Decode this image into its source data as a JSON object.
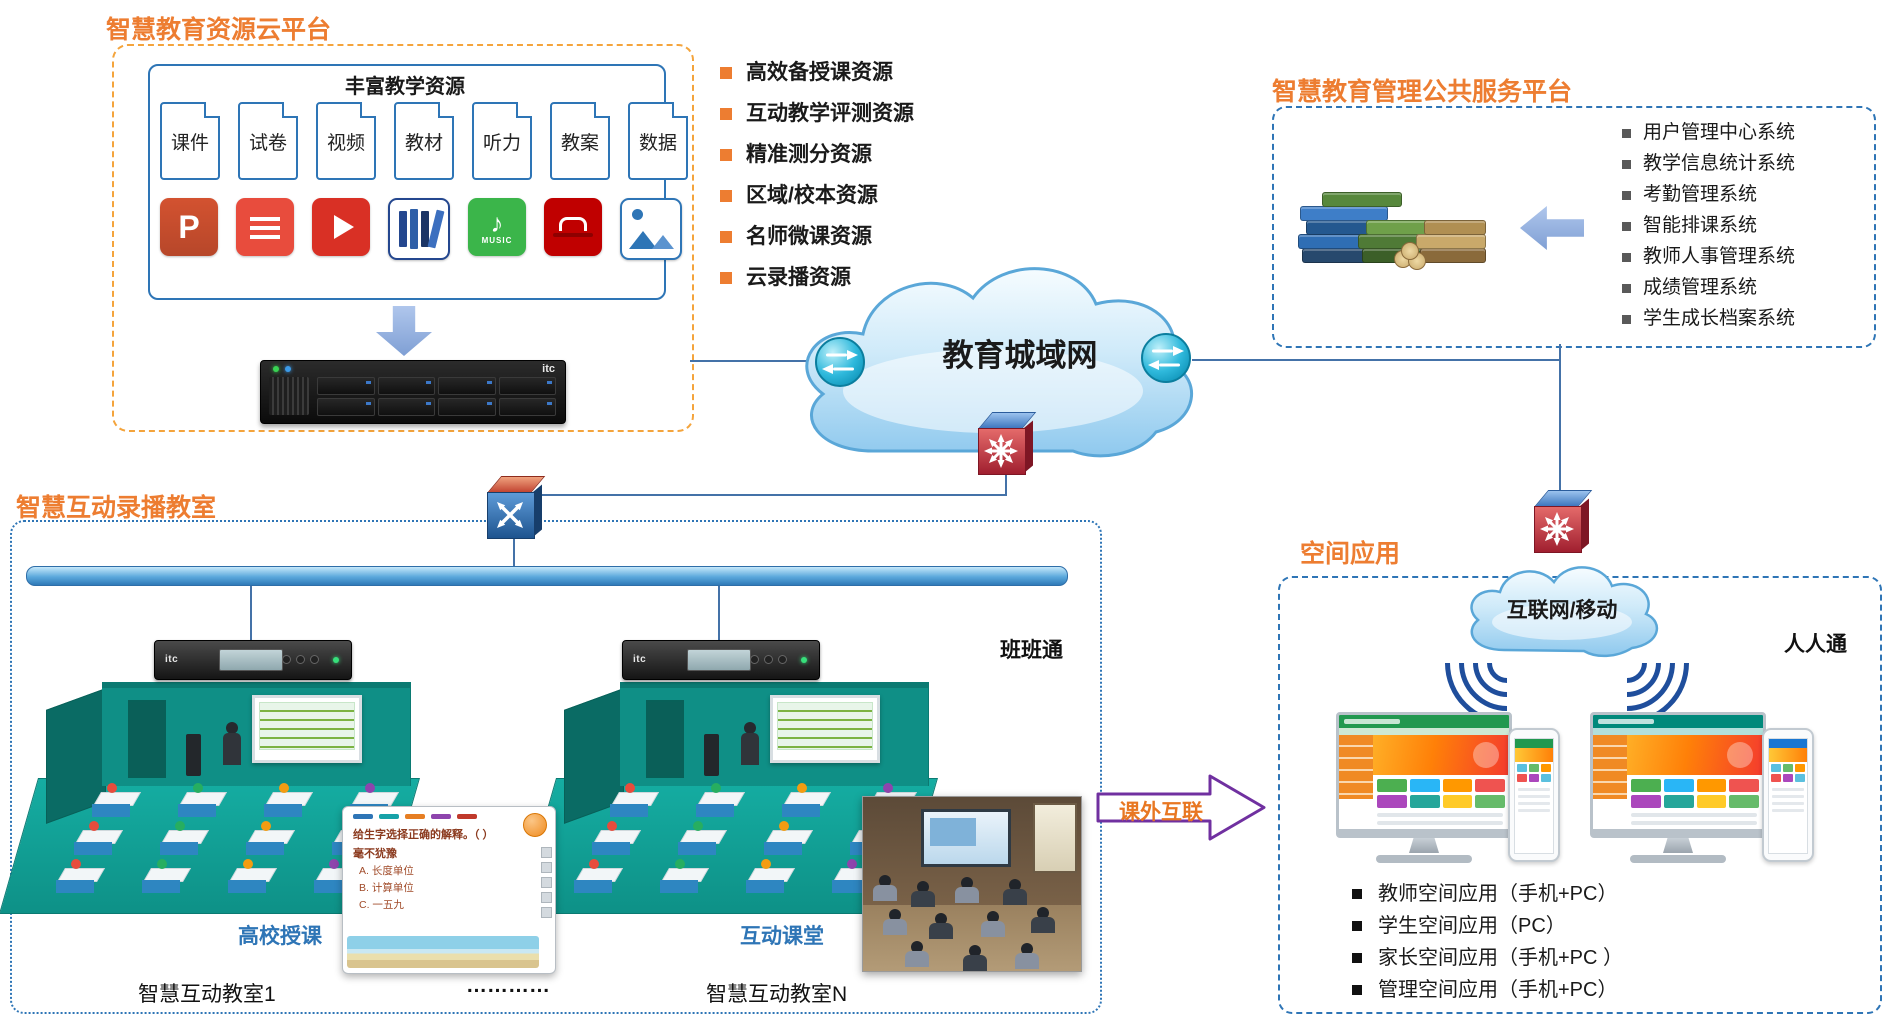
{
  "brand": "itc",
  "resource_platform": {
    "title": "智慧教育资源云平台",
    "subtitle": "丰富教学资源",
    "doc_types": [
      "课件",
      "试卷",
      "视频",
      "教材",
      "听力",
      "教案",
      "数据"
    ],
    "music_label": "MUSIC"
  },
  "resource_features": {
    "items": [
      "高效备授课资源",
      "互动教学评测资源",
      "精准测分资源",
      "区域/校本资源",
      "名师微课资源",
      "云录播资源"
    ]
  },
  "network": {
    "cloud_label": "教育城域网"
  },
  "management_platform": {
    "title": "智慧教育管理公共服务平台",
    "systems": [
      "用户管理中心系统",
      "教学信息统计系统",
      "考勤管理系统",
      "智能排课系统",
      "教师人事管理系统",
      "成绩管理系统",
      "学生成长档案系统"
    ]
  },
  "classroom_section": {
    "title": "智慧互动录播教室",
    "banbantong_label": "班班通",
    "lecture_label": "高校授课",
    "interactive_label": "互动课堂",
    "room1_label": "智慧互动教室1",
    "ellipsis": "…………",
    "roomN_label": "智慧互动教室N",
    "quiz": {
      "line1": "给生字选择正确的解释。（ ）",
      "line2": "毫不犹豫",
      "option_a": "A. 长度单位",
      "option_b": "B. 计算单位",
      "option_c": "C. 一五九"
    }
  },
  "bridge": {
    "label": "课外互联"
  },
  "space_section": {
    "title": "空间应用",
    "cloud_label": "互联网/移动",
    "renrentong_label": "人人通",
    "apps": [
      "教师空间应用（手机+PC）",
      "学生空间应用（PC）",
      "家长空间应用（手机+PC ）",
      "管理空间应用（手机+PC）"
    ]
  },
  "colors": {
    "accent_orange": "#ED7D31",
    "accent_blue": "#2E75B6",
    "teal_room": "#0F8F86",
    "purple": "#7030A0",
    "line_blue": "#4472A8"
  }
}
